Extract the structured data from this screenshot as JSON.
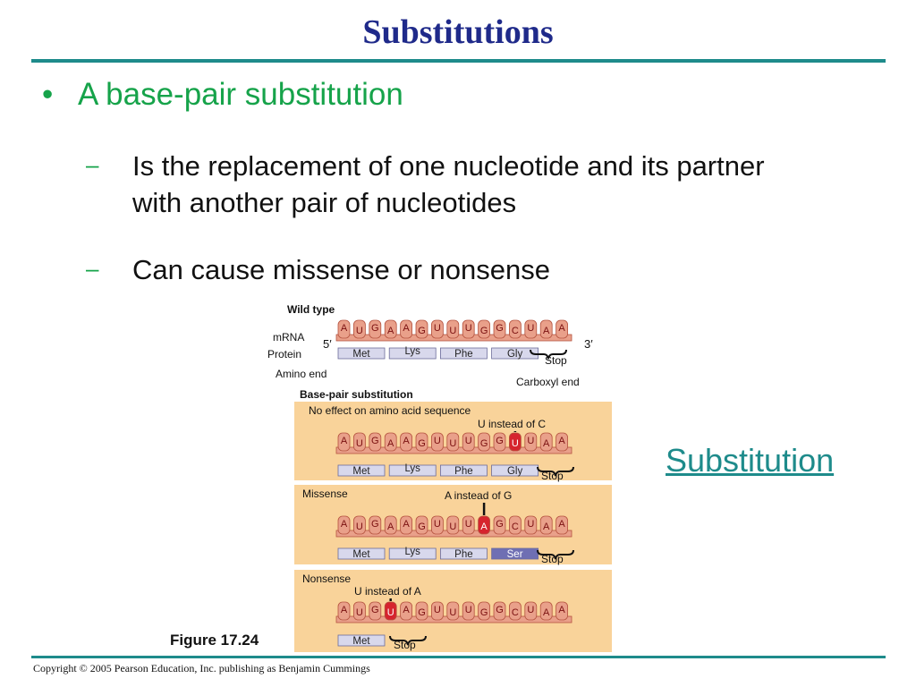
{
  "slide": {
    "title": "Substitutions",
    "bullet": "A base-pair substitution",
    "subpoints": [
      "Is the replacement of one nucleotide and its partner with another pair of nucleotides",
      "Can cause missense or nonsense"
    ],
    "link_text": "Substitution",
    "figure_caption": "Figure 17.24",
    "copyright": "Copyright © 2005 Pearson Education, Inc. publishing as Benjamin Cummings"
  },
  "figure": {
    "wild_type_label": "Wild type",
    "mrna_label": "mRNA",
    "protein_label": "Protein",
    "five_prime": "5′",
    "three_prime": "3′",
    "amino_end": "Amino end",
    "carboxyl_end": "Carboxyl end",
    "stop_label": "Stop",
    "section_title": "Base-pair substitution",
    "wild_type_bases": [
      "A",
      "U",
      "G",
      "A",
      "A",
      "G",
      "U",
      "U",
      "U",
      "G",
      "G",
      "C",
      "U",
      "A",
      "A"
    ],
    "wild_type_protein": [
      "Met",
      "Lys",
      "Phe",
      "Gly"
    ],
    "panels": [
      {
        "title": "No effect on amino acid sequence",
        "note": "U instead of C",
        "bases": [
          "A",
          "U",
          "G",
          "A",
          "A",
          "G",
          "U",
          "U",
          "U",
          "G",
          "G",
          "U",
          "U",
          "A",
          "A"
        ],
        "mutated_index": 11,
        "protein": [
          "Met",
          "Lys",
          "Phe",
          "Gly"
        ],
        "highlight_amino": -1
      },
      {
        "title": "Missense",
        "note": "A instead of G",
        "bases": [
          "A",
          "U",
          "G",
          "A",
          "A",
          "G",
          "U",
          "U",
          "U",
          "A",
          "G",
          "C",
          "U",
          "A",
          "A"
        ],
        "mutated_index": 9,
        "protein": [
          "Met",
          "Lys",
          "Phe",
          "Ser"
        ],
        "highlight_amino": 3
      },
      {
        "title": "Nonsense",
        "note": "U instead of A",
        "bases": [
          "A",
          "U",
          "G",
          "U",
          "A",
          "G",
          "U",
          "U",
          "U",
          "G",
          "G",
          "C",
          "U",
          "A",
          "A"
        ],
        "mutated_index": 3,
        "protein": [
          "Met"
        ],
        "highlight_amino": -1
      }
    ],
    "colors": {
      "panel_bg": "#f9d39a",
      "base_fill": "#e9a08a",
      "base_stroke": "#b5533f",
      "mutated_fill": "#d6242e",
      "amino_fill": "#d8d8ec",
      "amino_highlight": "#6f6fb3"
    }
  }
}
